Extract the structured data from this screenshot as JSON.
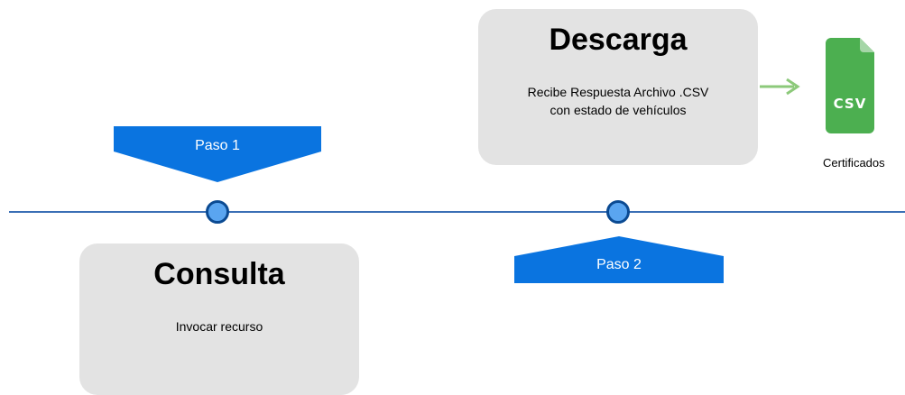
{
  "steps": {
    "step1": {
      "label": "Paso 1"
    },
    "step2": {
      "label": "Paso 2"
    }
  },
  "cards": {
    "consulta": {
      "title": "Consulta",
      "description": "Invocar recurso"
    },
    "descarga": {
      "title": "Descarga",
      "description_line1": "Recibe Respuesta Archivo .CSV",
      "description_line2": "con estado de vehículos"
    }
  },
  "file": {
    "badge": "CSV",
    "caption": "Certificados",
    "icon": "csv-file-icon"
  },
  "colors": {
    "timeline": "#3a6fb5",
    "node_fill": "#5aa5f0",
    "node_border": "#0b4a92",
    "step_fill": "#0a74e0",
    "card_fill": "#e3e3e3",
    "arrow": "#8cc97a",
    "file_green": "#4caf50"
  }
}
